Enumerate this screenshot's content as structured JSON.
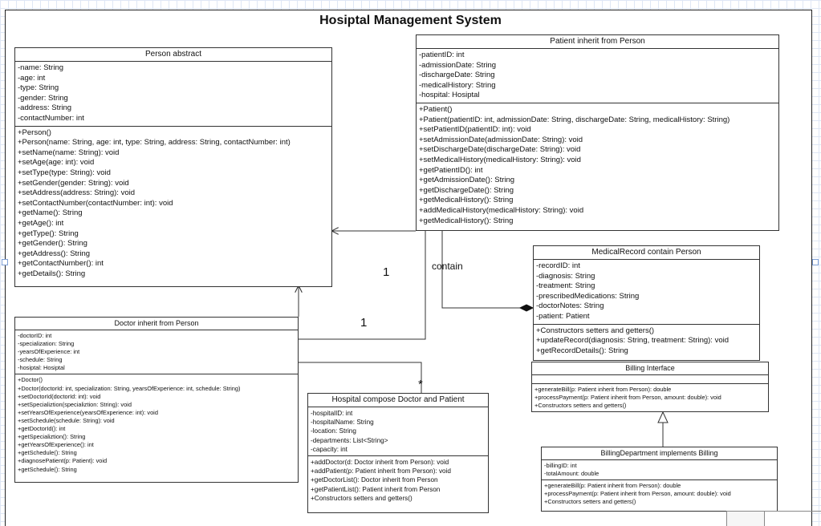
{
  "diagram": {
    "title": "Hosiptal Management System",
    "classes": {
      "person": {
        "name": "Person abstract",
        "attributes": [
          "-name: String",
          "-age: int",
          "-type: String",
          "-gender: String",
          "-address: String",
          "-contactNumber: int"
        ],
        "methods": [
          "+Person()",
          "+Person(name: String, age: int, type: String, address: String, contactNumber: int)",
          "+setName(name: String): void",
          "+setAge(age: int): void",
          "+setType(type: String): void",
          "+setGender(gender: String): void",
          "+setAddress(address: String): void",
          "+setContactNumber(contactNumber: int): void",
          "+getName(): String",
          "+getAge(): int",
          "+getType(): String",
          "+getGender(): String",
          "+getAddress(): String",
          "+getContactNumber(): int",
          "+getDetails(): String"
        ]
      },
      "patient": {
        "name": "Patient inherit from Person",
        "attributes": [
          "-patientID: int",
          "-admissionDate: String",
          "-dischargeDate: String",
          "-medicalHistory: String",
          "-hospital: Hosiptal"
        ],
        "methods": [
          "+Patient()",
          "+Patient(patientID: int, admissionDate: String, dischargeDate: String, medicalHistory: String)",
          "+setPatientID(patientID: int): void",
          "+setAdmissionDate(admissionDate: String): void",
          "+setDischargeDate(dischargeDate: String): void",
          "+setMedicalHistory(medicalHistory: String): void",
          "+getPatientID(): int",
          "+getAdmissionDate(): String",
          "+getDischargeDate(): String",
          "+getMedicalHistory(): String",
          "+addMedicalHistory(medicalHistory: String): void",
          "+getMedicalHistory(): String"
        ]
      },
      "medicalRecord": {
        "name": "MedicalRecord contain Person",
        "attributes": [
          "-recordID: int",
          "-diagnosis: String",
          "-treatment: String",
          "-prescribedMedications: String",
          "-doctorNotes: String",
          "-patient: Patient"
        ],
        "methods": [
          "+Constructors setters and getters()",
          "+updateRecord(diagnosis: String, treatment: String): void",
          "+getRecordDetails(): String"
        ]
      },
      "doctor": {
        "name": "Doctor inherit from Person",
        "attributes": [
          "-doctorID: int",
          "-specialization: String",
          "-yearsOfExperience: int",
          "-schedule: String",
          "-hosiptal: Hosiptal"
        ],
        "methods": [
          "+Doctor()",
          "+Doctor(doctorId: int, specialization: String, yearsOfExperience: int, schedule: String)",
          "+setDoctorId(doctorId: int): void",
          "+setSpecializtion(specializtion: String): void",
          "+setYearsOfExperience(yearsOfExperience: int): void",
          "+setSchedule(schedule: String): void",
          "+getDoctorId(): int",
          "+getSpecializtion(): String",
          "+getYearsOfExperience(): int",
          "+getSchedule(): String",
          "+diagnosePatient(p: Patient): void",
          "+getSchedule(): String"
        ]
      },
      "hospital": {
        "name": "Hospital compose Doctor and Patient",
        "attributes": [
          "-hospitalID: int",
          "-hospitalName: String",
          "-location: String",
          "-departments: List<String>",
          "-capacity: int"
        ],
        "methods": [
          "+addDoctor(d: Doctor inherit from Person): void",
          "+addPatient(p: Patient inherit from Person): void",
          "+getDoctorList(): Doctor inherit from Person",
          "+getPatientList(): Patient inherit from Person",
          "+Constructors setters and getters()"
        ]
      },
      "billing": {
        "name": "Billing Interface",
        "methods": [
          "+generateBill(p: Patient inherit from Person): double",
          "+processPayment(p: Patient inherit from Person, amount: double): void",
          "+Constructors setters and getters()"
        ]
      },
      "billingDept": {
        "name": "BillingDepartment implements Billing",
        "attributes": [
          "-billingID: int",
          "-totalAmount: double"
        ],
        "methods": [
          "+generateBill(p: Patient inherit from Person): double",
          "+processPayment(p: Patient inherit from Person, amount: double): void",
          "+Constructors setters and getters()"
        ]
      }
    },
    "labels": {
      "contain": "contain",
      "mult_one_a": "1",
      "mult_one_b": "1",
      "mult_many": "*"
    }
  }
}
